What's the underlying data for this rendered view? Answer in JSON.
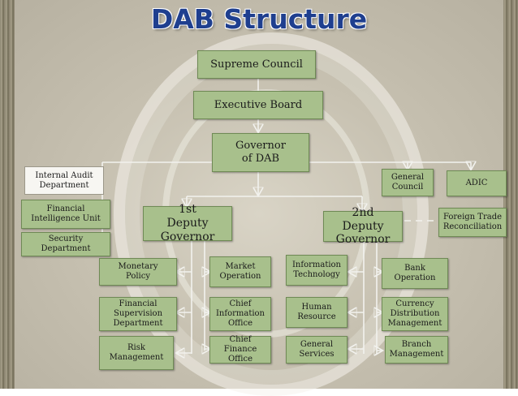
{
  "title": "DAB Structure",
  "boxes": {
    "supreme_council": "Supreme Council",
    "executive_board": "Executive Board",
    "governor": "Governor of DAB",
    "internal_audit": "Internal Audit Department",
    "financial_intelligence": "Financial Intelligence Unit",
    "security": "Security Department",
    "general_council": "General Council",
    "adic": "ADIC",
    "foreign_trade": "Foreign Trade Reconciliation",
    "first_deputy": "1st Deputy Governor",
    "second_deputy": "2nd Deputy Governor",
    "monetary_policy": "Monetary Policy",
    "financial_supervision": "Financial Supervision Department",
    "risk_management": "Risk Management",
    "market_operation": "Market Operation",
    "cio": "Chief Information Office",
    "cfo": "Chief Finance Office",
    "information_technology": "Information Technology",
    "human_resource": "Human Resource",
    "general_services": "General Services",
    "bank_operation": "Bank Operation",
    "currency_distribution": "Currency Distribution Management",
    "branch_management": "Branch Management"
  },
  "colors": {
    "title": "#1f3f8f",
    "box_fill": "#a8c08c",
    "connector": "#f2f2ee"
  }
}
